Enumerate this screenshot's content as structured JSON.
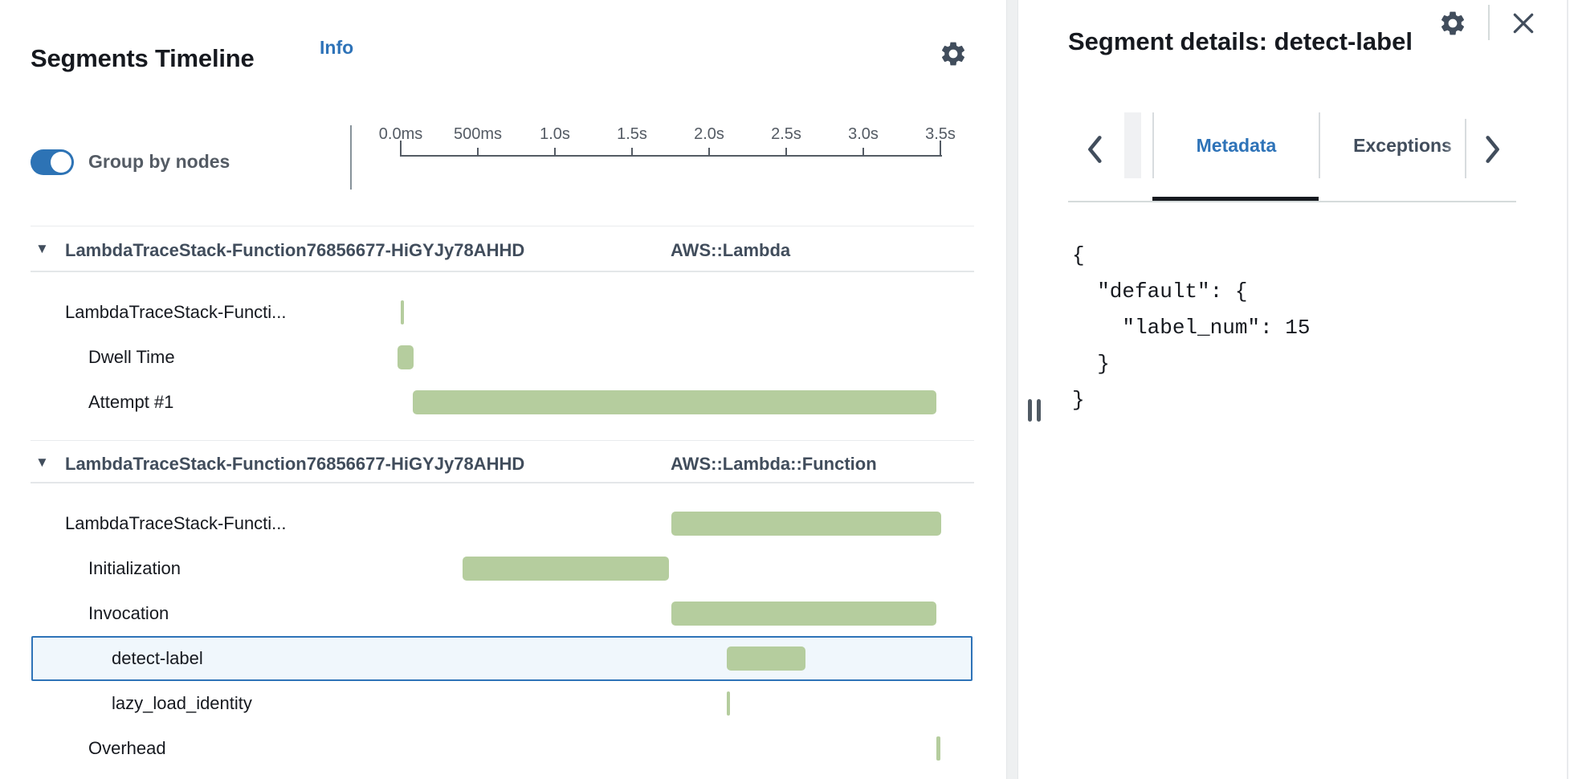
{
  "colors": {
    "accent_blue": "#2e73b8",
    "bar_green": "#b5cd9e",
    "selected_row_bg": "#f0f7fc",
    "icon_gray": "#414d5c"
  },
  "timeline_panel": {
    "title": "Segments Timeline",
    "info_link": "Info",
    "settings_icon": "gear-icon",
    "group_by_nodes": {
      "label": "Group by nodes",
      "enabled": true
    },
    "axis": {
      "tick_labels": [
        "0.0ms",
        "500ms",
        "1.0s",
        "1.5s",
        "2.0s",
        "2.5s",
        "3.0s",
        "3.5s"
      ],
      "start_s": 0,
      "end_s": 3.5
    },
    "groups": [
      {
        "name": "LambdaTraceStack-Function76856677-HiGYJy78AHHD",
        "type": "AWS::Lambda",
        "collapsed": false,
        "rows": [
          {
            "label": "LambdaTraceStack-Functi...",
            "indent": 1,
            "start_s": 0.0,
            "end_s": 0.022,
            "selected": false
          },
          {
            "label": "Dwell Time",
            "indent": 2,
            "start_s": -0.02,
            "end_s": 0.085,
            "selected": false
          },
          {
            "label": "Attempt #1",
            "indent": 2,
            "start_s": 0.08,
            "end_s": 3.47,
            "selected": false
          }
        ]
      },
      {
        "name": "LambdaTraceStack-Function76856677-HiGYJy78AHHD",
        "type": "AWS::Lambda::Function",
        "collapsed": false,
        "rows": [
          {
            "label": "LambdaTraceStack-Functi...",
            "indent": 1,
            "start_s": 1.75,
            "end_s": 3.5,
            "selected": false
          },
          {
            "label": "Initialization",
            "indent": 2,
            "start_s": 0.4,
            "end_s": 1.735,
            "selected": false
          },
          {
            "label": "Invocation",
            "indent": 2,
            "start_s": 1.75,
            "end_s": 3.47,
            "selected": false
          },
          {
            "label": "detect-label",
            "indent": 3,
            "start_s": 2.11,
            "end_s": 2.62,
            "selected": true
          },
          {
            "label": "lazy_load_identity",
            "indent": 3,
            "start_s": 2.11,
            "end_s": 2.133,
            "selected": false
          },
          {
            "label": "Overhead",
            "indent": 2,
            "start_s": 3.47,
            "end_s": 3.493,
            "selected": false
          }
        ]
      }
    ]
  },
  "details_panel": {
    "title": "Segment details: detect-label",
    "settings_icon": "gear-icon",
    "close_icon": "close-icon",
    "tabs": [
      {
        "label": "Metadata",
        "active": true
      },
      {
        "label": "Exceptions",
        "active": false
      }
    ],
    "code_lines": [
      "{",
      "  \"default\": {",
      "    \"label_num\": 15",
      "  }",
      "}"
    ]
  },
  "splitter": {
    "drag_handle_icon": "drag-handle-icon"
  }
}
